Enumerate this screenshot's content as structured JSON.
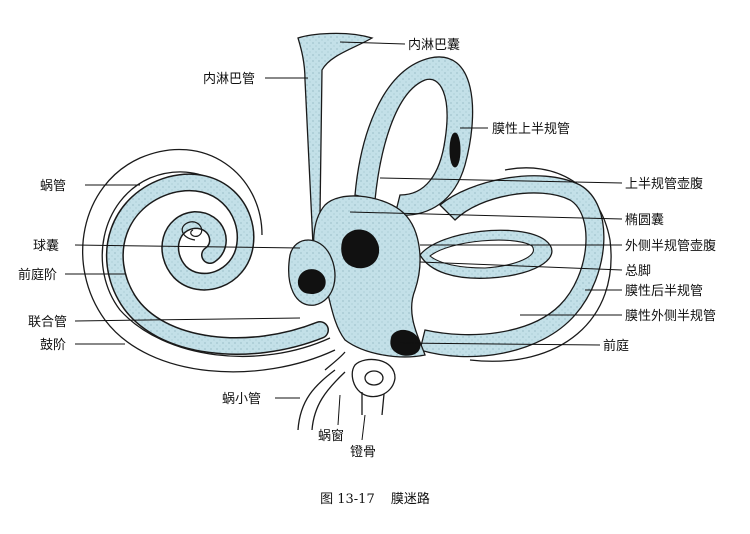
{
  "labels": {
    "endolymphatic_sac": "内淋巴囊",
    "endolymphatic_duct": "内淋巴管",
    "membranous_superior_canal": "膜性上半规管",
    "cochlear_duct": "蜗管",
    "superior_canal_ampulla": "上半规管壶腹",
    "utricle": "椭圆囊",
    "saccule": "球囊",
    "lateral_canal_ampulla": "外侧半规管壶腹",
    "scala_vestibuli": "前庭阶",
    "common_crus": "总脚",
    "membranous_posterior_canal": "膜性后半规管",
    "ductus_reuniens": "联合管",
    "membranous_lateral_canal": "膜性外侧半规管",
    "scala_tympani": "鼓阶",
    "vestibule": "前庭",
    "cochlear_aqueduct": "蜗小管",
    "cochlear_window": "蜗窗",
    "stapes": "镫骨"
  },
  "caption": {
    "figure_no": "图 13-17",
    "title": "膜迷路"
  },
  "colors": {
    "endolymph_fill": "#c3e0e8",
    "outline": "#1a1a1a",
    "stroke_dark": "#111111"
  }
}
